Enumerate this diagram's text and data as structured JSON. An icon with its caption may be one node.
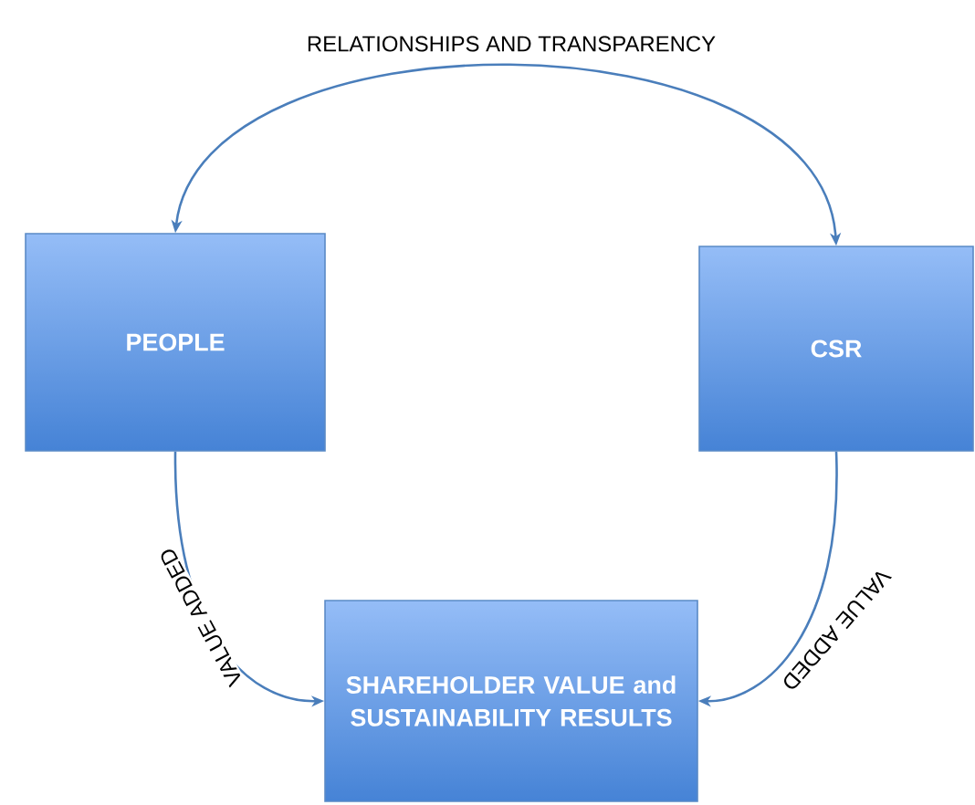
{
  "diagram": {
    "nodes": [
      {
        "text": [
          "PEOPLE"
        ]
      },
      {
        "text": [
          "CSR"
        ]
      },
      {
        "text": [
          "SHAREHOLDER VALUE and SUSTAINABILITY RESULTS"
        ]
      }
    ],
    "edges": [
      {
        "from": 0,
        "to": 1,
        "arrow": "both",
        "label": "RELATIONSHIPS AND TRANSPARENCY"
      },
      {
        "from": 0,
        "to": 2,
        "arrow": "to",
        "label": "VALUE ADDED"
      },
      {
        "from": 1,
        "to": 2,
        "arrow": "to",
        "label": "VALUE ADDED"
      }
    ]
  }
}
